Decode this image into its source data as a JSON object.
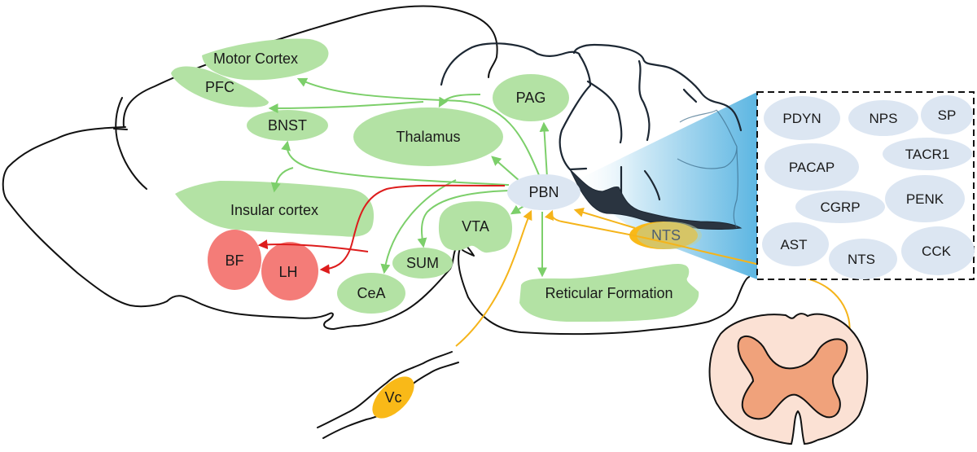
{
  "colors": {
    "projection_target": "#b3e2a4",
    "red_target": "#f47c78",
    "pbn_node": "#dce6f2",
    "input_nucleus": "#f9b918",
    "green_arrow": "#7ccf6a",
    "red_arrow": "#dd1c1c",
    "input_arrow": "#f5b41a",
    "spinal_white": "#fbe1d4",
    "spinal_gray": "#f0a27b",
    "zoom_wedge": "#6bbde4"
  },
  "regions": {
    "motor_cortex": "Motor Cortex",
    "pfc": "PFC",
    "bnst": "BNST",
    "thalamus": "Thalamus",
    "pag": "PAG",
    "insular_cortex": "Insular cortex",
    "bf": "BF",
    "lh": "LH",
    "vta": "VTA",
    "sum": "SUM",
    "cea": "CeA",
    "reticular_formation": "Reticular Formation",
    "pbn": "PBN",
    "nts": "NTS",
    "vc": "Vc"
  },
  "markers_panel": {
    "items": [
      "PDYN",
      "NPS",
      "SP",
      "PACAP",
      "TACR1",
      "CGRP",
      "PENK",
      "AST",
      "NTS",
      "CCK"
    ]
  },
  "connections": {
    "green_outputs_from_pbn": [
      "Motor Cortex",
      "PFC",
      "Thalamus",
      "PAG",
      "BNST",
      "Insular cortex",
      "CeA",
      "SUM",
      "VTA",
      "Reticular Formation"
    ],
    "red_outputs_from_pbn": [
      "BF",
      "LH"
    ],
    "yellow_inputs_to_pbn": [
      "NTS",
      "Vc",
      "Spinal cord"
    ]
  }
}
